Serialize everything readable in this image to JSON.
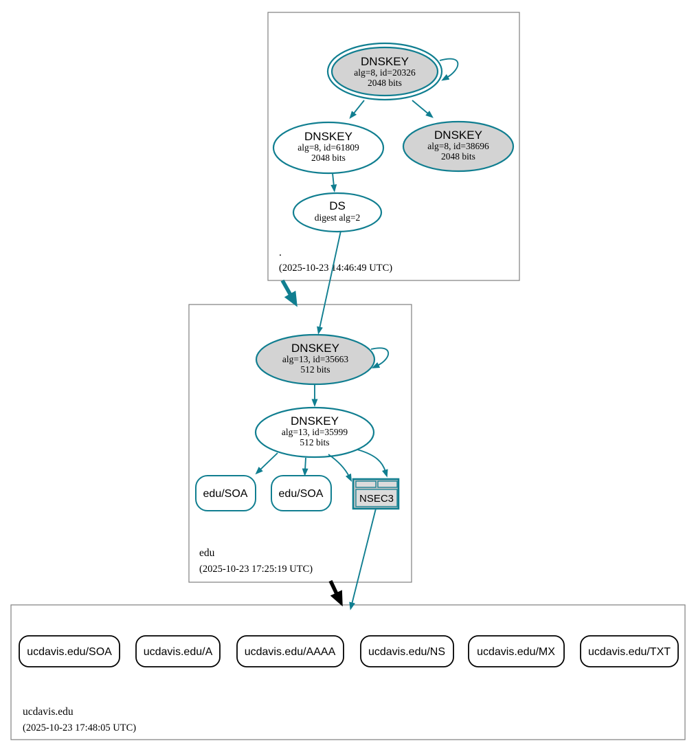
{
  "colors": {
    "secure_teal": "#107E90",
    "insecure_black": "#000000",
    "node_fill_gray": "#D3D3D3",
    "zone_box_border": "#7F7F7F"
  },
  "zones": {
    "root": {
      "label": ".",
      "timestamp": "(2025-10-23 14:46:49 UTC)",
      "nodes": {
        "ksk": {
          "title": "DNSKEY",
          "detail": "alg=8, id=20326",
          "size": "2048 bits"
        },
        "zsk": {
          "title": "DNSKEY",
          "detail": "alg=8, id=61809",
          "size": "2048 bits"
        },
        "dnskey38696": {
          "title": "DNSKEY",
          "detail": "alg=8, id=38696",
          "size": "2048 bits"
        },
        "ds": {
          "title": "DS",
          "detail": "digest alg=2"
        }
      }
    },
    "edu": {
      "label": "edu",
      "timestamp": "(2025-10-23 17:25:19 UTC)",
      "nodes": {
        "ksk": {
          "title": "DNSKEY",
          "detail": "alg=13, id=35663",
          "size": "512 bits"
        },
        "zsk": {
          "title": "DNSKEY",
          "detail": "alg=13, id=35999",
          "size": "512 bits"
        },
        "soa1": {
          "label": "edu/SOA"
        },
        "soa2": {
          "label": "edu/SOA"
        },
        "nsec3": {
          "label": "NSEC3"
        }
      }
    },
    "ucdavis": {
      "label": "ucdavis.edu",
      "timestamp": "(2025-10-23 17:48:05 UTC)",
      "records": [
        {
          "label": "ucdavis.edu/SOA"
        },
        {
          "label": "ucdavis.edu/A"
        },
        {
          "label": "ucdavis.edu/AAAA"
        },
        {
          "label": "ucdavis.edu/NS"
        },
        {
          "label": "ucdavis.edu/MX"
        },
        {
          "label": "ucdavis.edu/TXT"
        }
      ]
    }
  }
}
